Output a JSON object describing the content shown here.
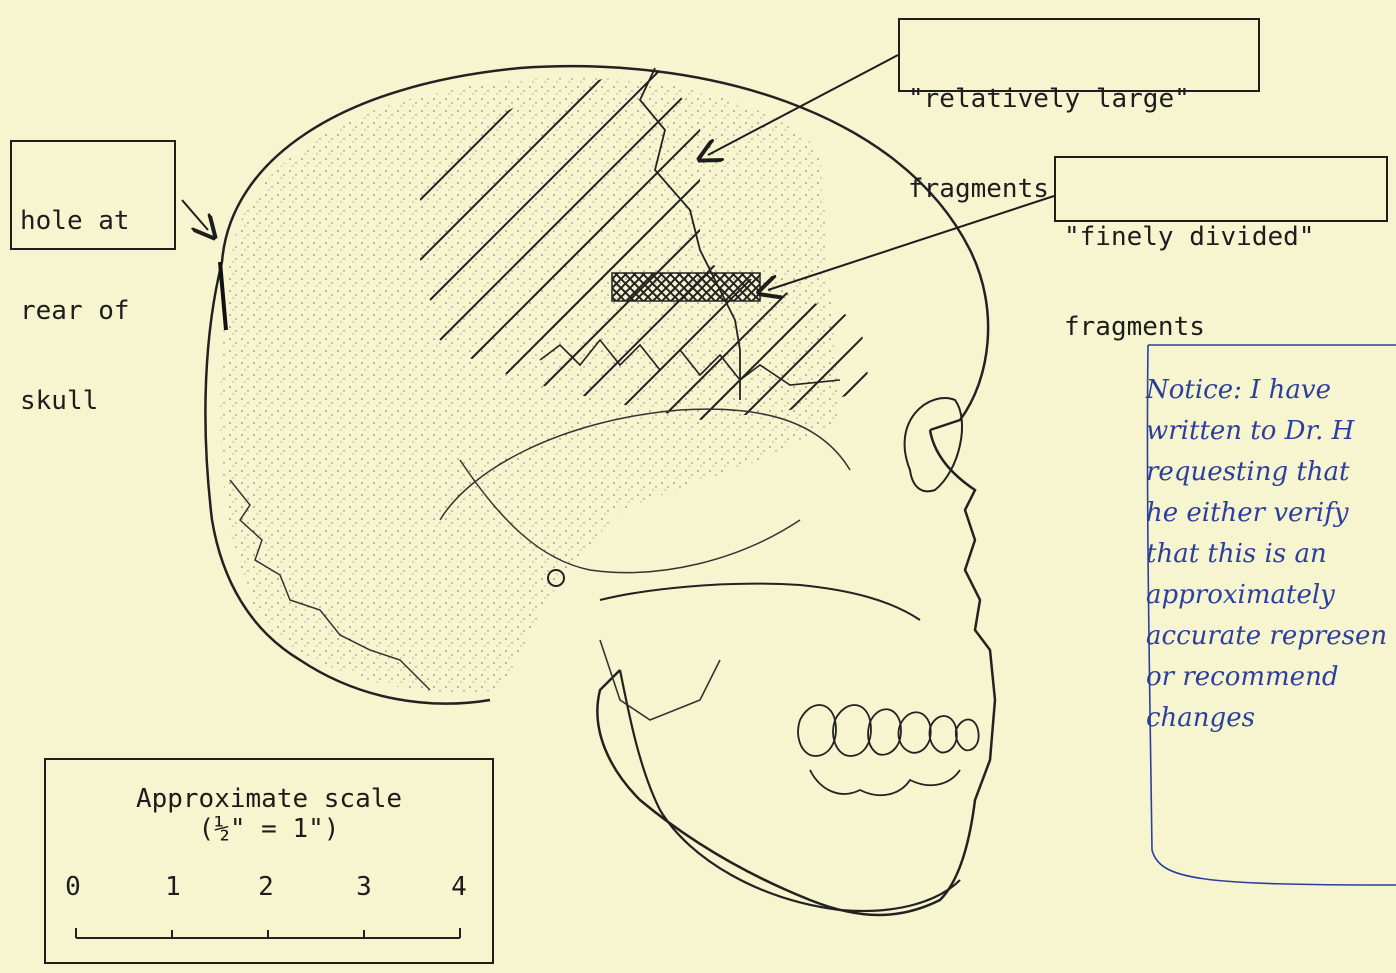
{
  "labels": {
    "rear_hole": [
      "hole at",
      "rear of",
      "skull"
    ],
    "large_fragments": [
      "\"relatively large\"",
      "fragments"
    ],
    "fine_fragments": [
      "\"finely divided\"",
      "fragments"
    ]
  },
  "scale": {
    "title": "Approximate scale",
    "subtitle": "(½\" = 1\")",
    "ticks": [
      "0",
      "1",
      "2",
      "3",
      "4"
    ]
  },
  "handwritten_note": [
    "Notice: I have",
    "written to Dr. H",
    "requesting that",
    "he either verify",
    "that this is an",
    "approximately",
    "accurate represen",
    "or recommend",
    "changes"
  ],
  "colors": {
    "paper": "#f6f5cf",
    "ink": "#1c1c1c",
    "pen_blue": "#2d3f9e"
  }
}
